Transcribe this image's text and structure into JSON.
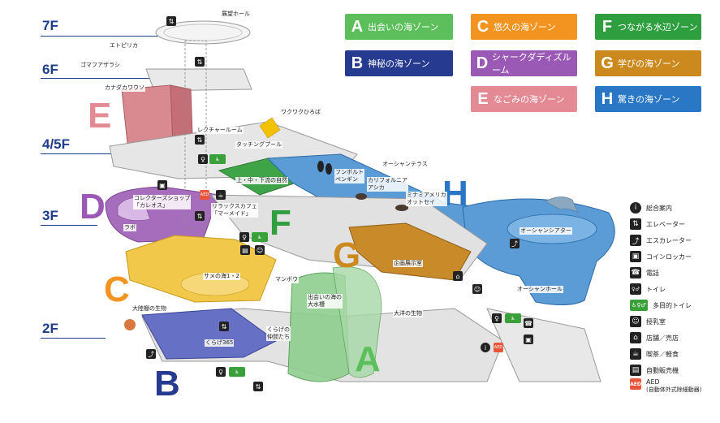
{
  "floors": {
    "f7": "7F",
    "f6": "6F",
    "f45": "4/5F",
    "f3": "3F",
    "f2": "2F"
  },
  "zones": [
    {
      "letter": "A",
      "label": "出会いの海ゾーン",
      "color": "#5cbf5c"
    },
    {
      "letter": "B",
      "label": "神秘の海ゾーン",
      "color": "#263a8f"
    },
    {
      "letter": "C",
      "label": "悠久の海ゾーン",
      "color": "#f2941f"
    },
    {
      "letter": "D",
      "label": "シャークダディズルーム",
      "color": "#9b59b6"
    },
    {
      "letter": "E",
      "label": "なごみの海ゾーン",
      "color": "#e38a94"
    },
    {
      "letter": "F",
      "label": "つながる水辺ゾーン",
      "color": "#2e9e3e"
    },
    {
      "letter": "G",
      "label": "学びの海ゾーン",
      "color": "#cc8a1e"
    },
    {
      "letter": "H",
      "label": "驚きの海ゾーン",
      "color": "#2a77c5"
    }
  ],
  "map_labels": {
    "tenbou": "展望ホール",
    "etopirika": "エトピリカ",
    "gomafu": "ゴマフアザラシ",
    "kanadakawauso": "カナダカワウソ",
    "wakuwaku": "ワクワクひろば",
    "lecture": "レクチャールーム",
    "touching": "タッチングプール",
    "ocean_terrace": "オーシャンテラス",
    "humboldt": "フンボルト\nペンギン",
    "california": "カリフォルニア\nアシカ",
    "minami": "ミナミアメリカ\nオットセイ",
    "jouchuuge": "上・中・下流の自然",
    "collectors": "コレクターズショップ\n「カレオス」",
    "relax": "リラックスカフェ\n「マーメイド」",
    "labo": "ラボ",
    "ocean_theater": "オーシャンシアター",
    "kikaku": "企画展示室",
    "ocean_hall": "オーシャンホール",
    "same": "サメの海1・2",
    "manbou": "マンボウ",
    "deai_oomizu": "出会いの海の\n大水槽",
    "taikou": "大洋の生物",
    "tairikudana": "大陸棚の生物",
    "kurage365": "くらげ365",
    "kurage_nakama": "くらげの\n仲間たち"
  },
  "legend": [
    {
      "icon": "info-icon",
      "glyph": "i",
      "label": "総合案内"
    },
    {
      "icon": "elevator-icon",
      "glyph": "⇅",
      "label": "エレベーター"
    },
    {
      "icon": "escalator-icon",
      "glyph": "⤴",
      "label": "エスカレーター"
    },
    {
      "icon": "locker-icon",
      "glyph": "▣",
      "label": "コインロッカー"
    },
    {
      "icon": "phone-icon",
      "glyph": "☎",
      "label": "電話"
    },
    {
      "icon": "toilet-icon",
      "glyph": "♀♂",
      "label": "トイレ"
    },
    {
      "icon": "multipurpose-toilet-icon",
      "glyph": "♿♀♂",
      "label": "多目的トイレ"
    },
    {
      "icon": "nursing-room-icon",
      "glyph": "☺",
      "label": "授乳室"
    },
    {
      "icon": "shop-icon",
      "glyph": "⌂",
      "label": "店舗／売店"
    },
    {
      "icon": "cafe-icon",
      "glyph": "☕",
      "label": "喫茶／軽食"
    },
    {
      "icon": "vending-icon",
      "glyph": "▤",
      "label": "自動販売機"
    },
    {
      "icon": "aed-icon",
      "glyph": "AED",
      "label": "AED",
      "sub": "(自動体外式除細動器)"
    }
  ],
  "aed_badge": "AED"
}
